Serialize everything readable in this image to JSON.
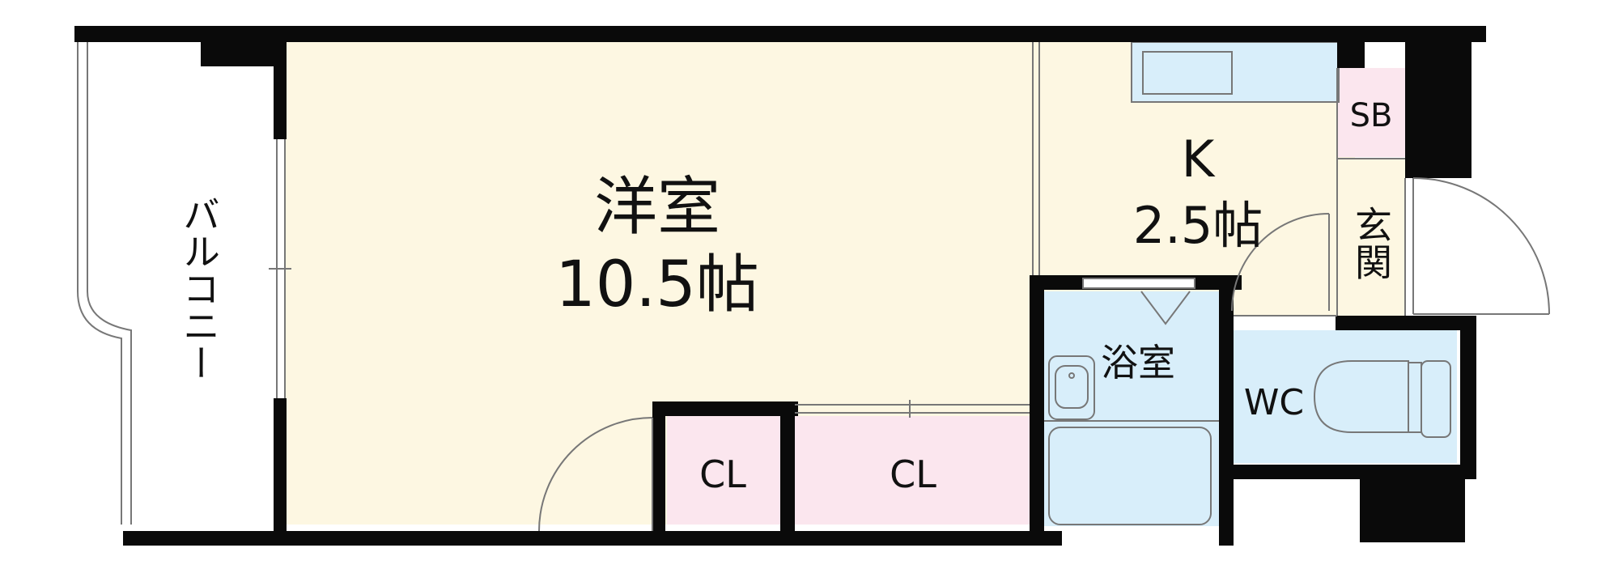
{
  "rooms": {
    "western_room": {
      "name": "洋室",
      "size": "10.5帖"
    },
    "kitchen": {
      "name": "K",
      "size": "2.5帖"
    },
    "balcony": {
      "name": "バルコニー"
    },
    "bath": {
      "name": "浴室"
    },
    "toilet": {
      "name": "WC"
    },
    "entrance": {
      "name": "玄関"
    },
    "shoe_box": {
      "name": "SB"
    },
    "closet_small": {
      "name": "CL"
    },
    "closet_large": {
      "name": "CL"
    }
  },
  "colors": {
    "room_floor": "#FDF7E2",
    "wet_area": "#D8EEFA",
    "storage": "#FBE6EE",
    "wall": "#0A0A0A",
    "line": "#777777"
  }
}
